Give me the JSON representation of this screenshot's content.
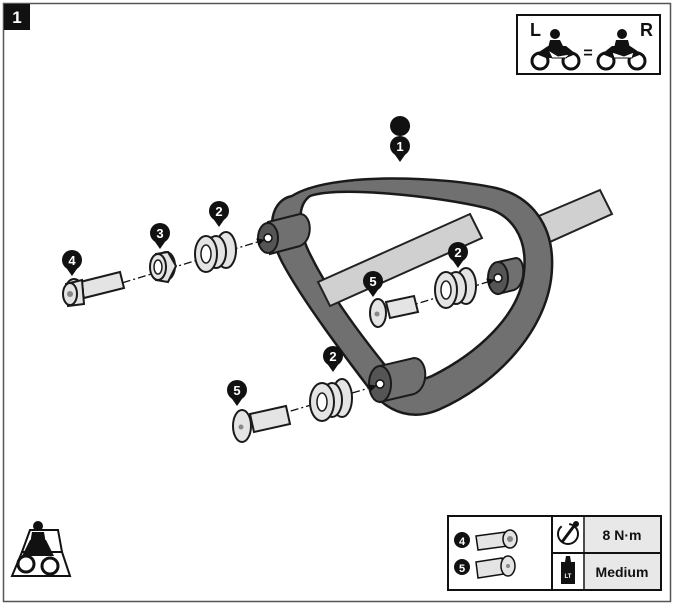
{
  "step": {
    "number": "1"
  },
  "mirror_badge": {
    "left_letter": "L",
    "right_letter": "R",
    "equals": "="
  },
  "callouts": {
    "frame": "1",
    "spacer_top": "2",
    "spacer_mid": "2",
    "spacer_bottom": "2",
    "washer": "3",
    "bolt_hex": "4",
    "bolt_countersunk_mid": "5",
    "bolt_countersunk_bottom": "5"
  },
  "spec_table": {
    "row1_part": "4",
    "row2_part": "5",
    "torque_value": "8 N·m",
    "threadlock_value": "Medium",
    "threadlock_bottle_text": "LT"
  },
  "colors": {
    "frame": "#6b6b6b",
    "frame_dark": "#3a3a3a",
    "part_light": "#e4e4e4",
    "outline": "#1a1a1a"
  }
}
